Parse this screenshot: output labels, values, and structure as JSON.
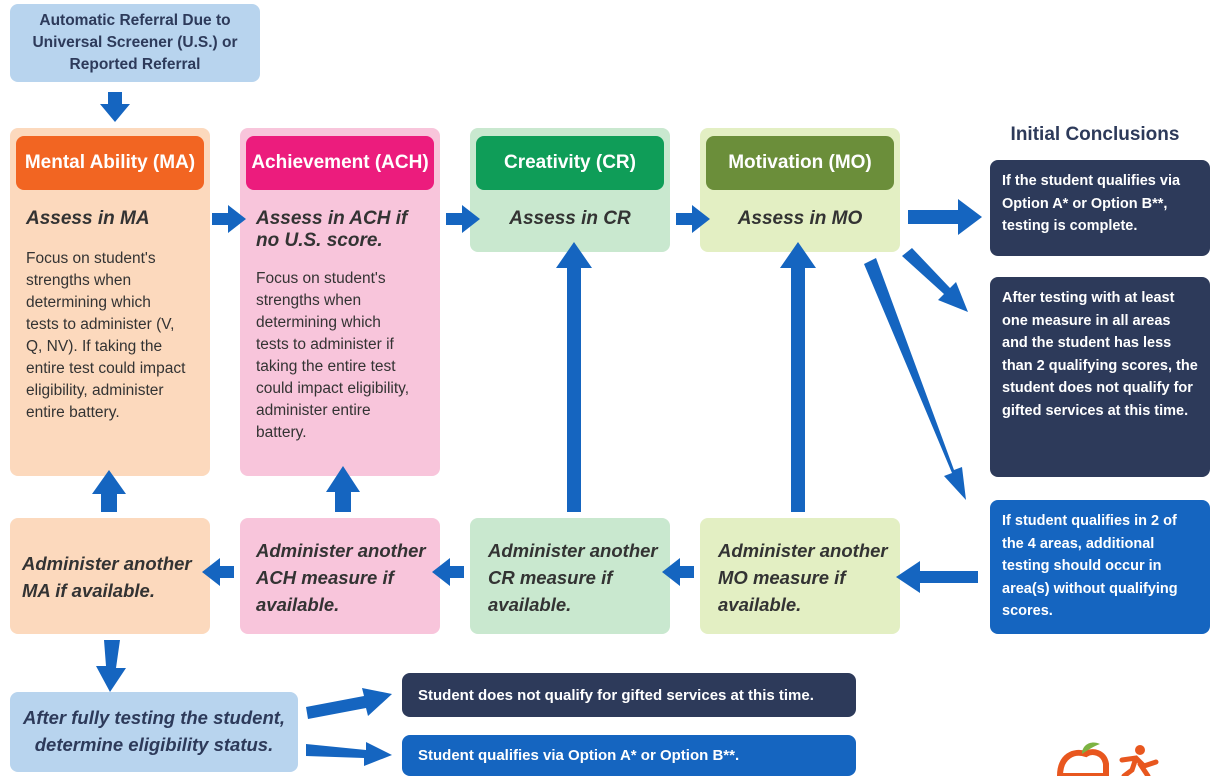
{
  "referral": {
    "text": "Automatic Referral Due to Universal Screener (U.S.) or Reported Referral"
  },
  "conclusions_title": "Initial Conclusions",
  "columns": [
    {
      "title": "Mental Ability (MA)",
      "assess": "Assess in MA",
      "body": "Focus on student's strengths when determining which tests to administer (V, Q, NV). If taking the entire test could impact eligibility, administer entire battery.",
      "retry": "Administer another MA if available."
    },
    {
      "title": "Achievement (ACH)",
      "assess": "Assess in ACH if no U.S. score.",
      "body": "Focus on student's strengths when determining which tests to administer if taking the entire test could impact eligibility, administer entire battery.",
      "retry": "Administer another ACH measure if available."
    },
    {
      "title": "Creativity (CR)",
      "assess": "Assess in CR",
      "body": "",
      "retry": "Administer another CR measure if available."
    },
    {
      "title": "Motivation (MO)",
      "assess": "Assess in MO",
      "body": "",
      "retry": "Administer another MO measure if available."
    }
  ],
  "conclusions": [
    "If the student qualifies via Option A* or Option B**, testing is complete.",
    "After testing with at least one measure in all areas and the student has less than 2 qualifying scores, the student does not qualify for gifted services at this time.",
    "If student qualifies in 2 of the 4 areas, additional testing should occur in area(s) without qualifying scores."
  ],
  "final": {
    "text": "After fully testing the student, determine eligibility status.",
    "outcomes": [
      "Student does not qualify for gifted services at this time.",
      "Student qualifies via Option A* or Option B**."
    ]
  },
  "colors": {
    "ma": "#f26522",
    "ma_bg": "#fcd9bd",
    "ach": "#ec1c7d",
    "ach_bg": "#f8c5db",
    "cr": "#0f9d58",
    "cr_bg": "#c9e8cf",
    "mo": "#6b8e3a",
    "mo_bg": "#e3efc3",
    "navy": "#2d3a5a",
    "blue": "#1565c0",
    "arrow": "#1565c0",
    "light_blue": "#b8d4ee"
  },
  "logo_icon": "apple-and-runner-logo"
}
